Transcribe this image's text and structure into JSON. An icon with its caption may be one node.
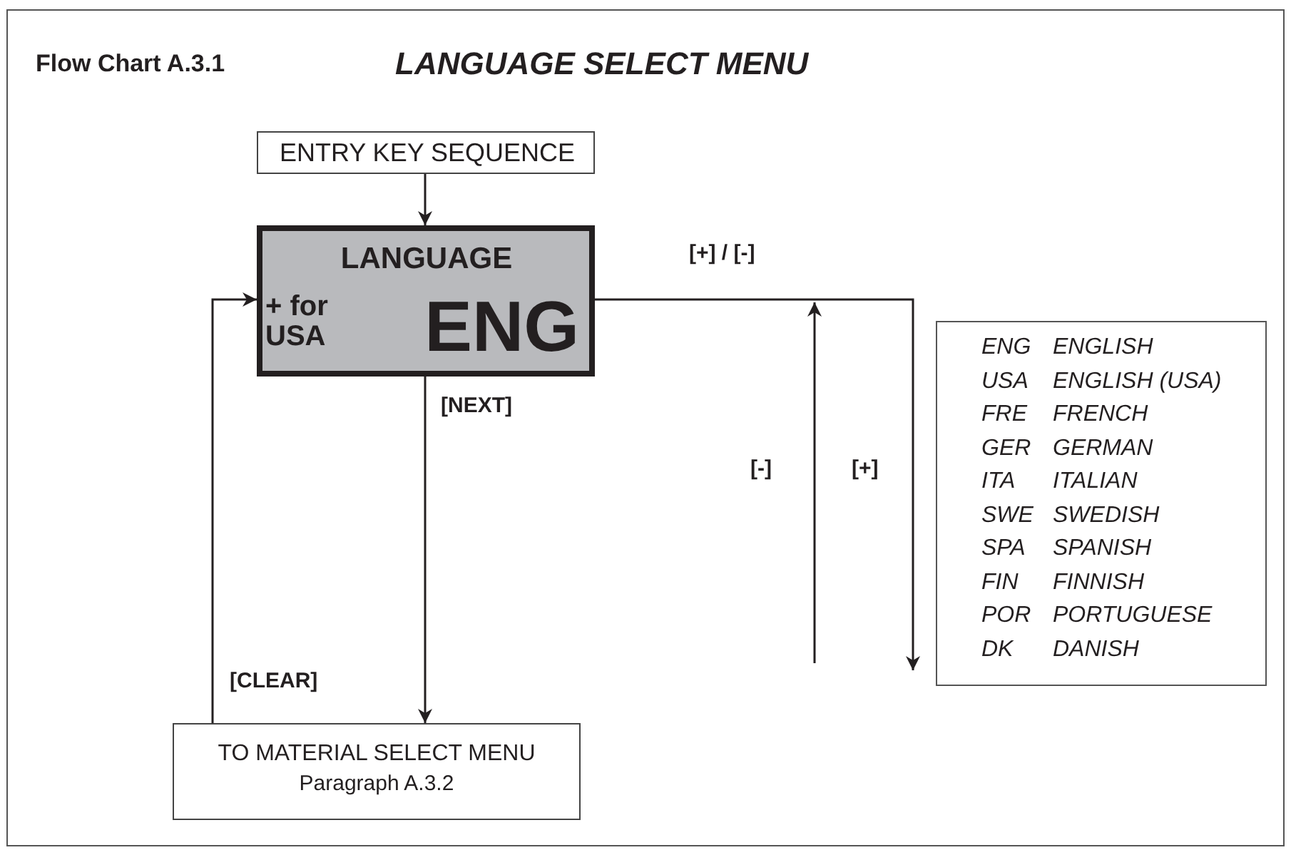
{
  "diagram": {
    "title": "LANGUAGE SELECT MENU",
    "nodes": [
      {
        "text": [
          "ENTRY KEY SEQUENCE"
        ]
      },
      {
        "text": [
          "LANGUAGE",
          "+ for USA",
          "ENG"
        ]
      },
      {
        "text": [
          "TO MATERIAL SELECT MENU",
          "Paragraph A.3.2"
        ]
      },
      {
        "text": [
          "ENG",
          "ENGLISH",
          "USA",
          "ENGLISH (USA)",
          "FRE",
          "FRENCH",
          "GER",
          "GERMAN",
          "ITA",
          "ITALIAN",
          "SWE",
          "SWEDISH",
          "SPA",
          "SPANISH",
          "FIN",
          "FINNISH",
          "POR",
          "PORTUGUESE",
          "DK",
          "DANISH"
        ]
      }
    ],
    "edges": [
      {
        "from": 0,
        "to": 1,
        "arrow": "to"
      },
      {
        "from": 1,
        "to": 2,
        "arrow": "to",
        "label": "[NEXT]"
      },
      {
        "from": 2,
        "to": 1,
        "arrow": "to",
        "label": "[CLEAR]"
      },
      {
        "from": 1,
        "to": 3,
        "arrow": "to",
        "label": "[+] / [-]"
      }
    ],
    "labels": [
      "Flow Chart A.3.1",
      "[-]",
      "[+]"
    ]
  }
}
